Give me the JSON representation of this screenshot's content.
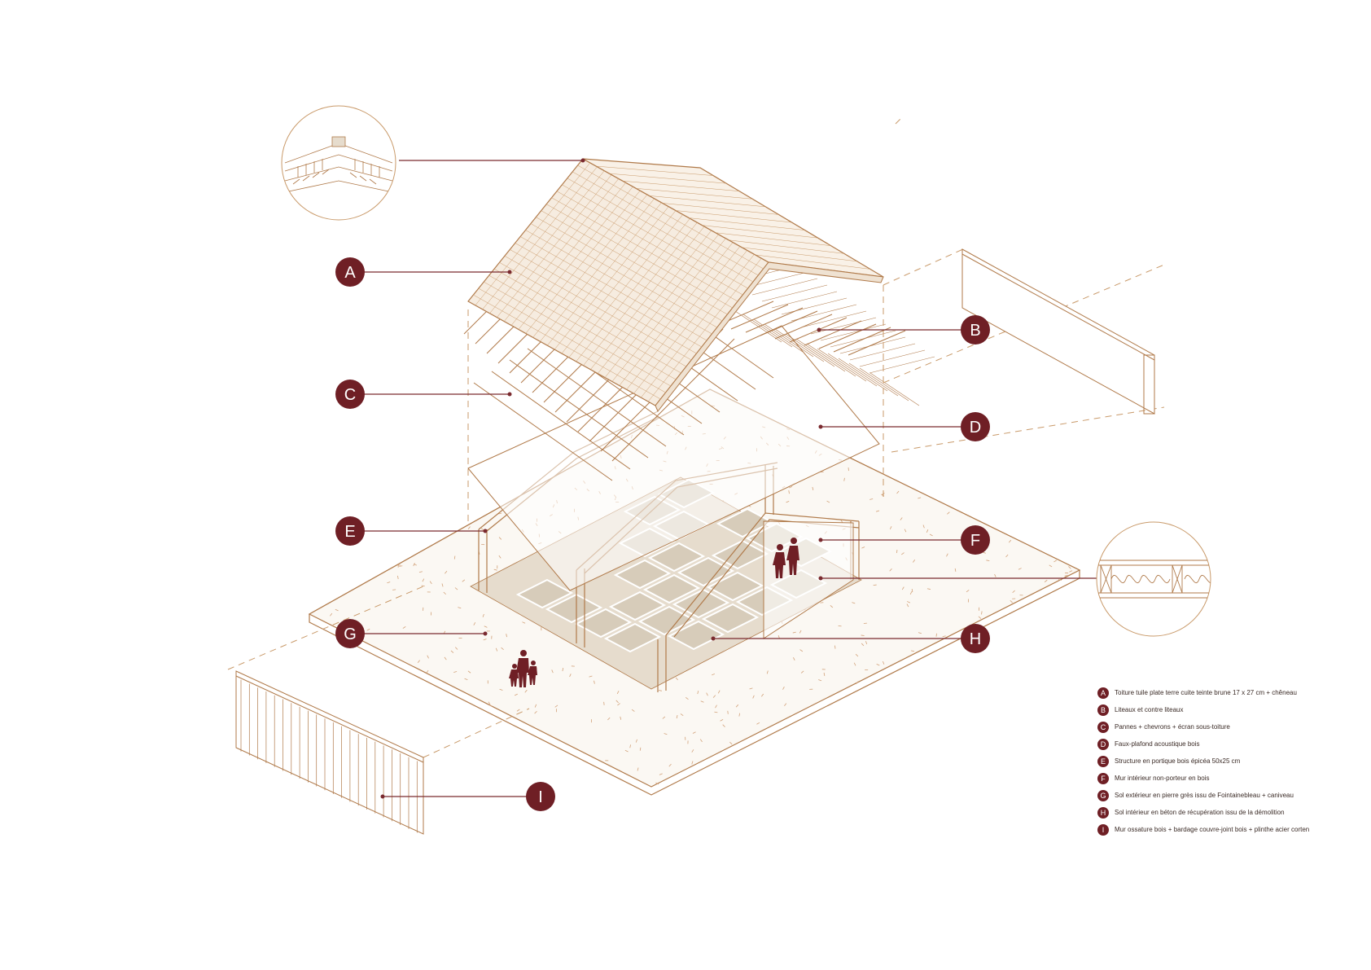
{
  "colors": {
    "line": "#b07a4a",
    "dark": "#6f1f25",
    "floor": "#d9cfc0",
    "dash": "#c99a6a"
  },
  "callouts": [
    {
      "letter": "A"
    },
    {
      "letter": "B"
    },
    {
      "letter": "C"
    },
    {
      "letter": "D"
    },
    {
      "letter": "E"
    },
    {
      "letter": "F"
    },
    {
      "letter": "G"
    },
    {
      "letter": "H"
    },
    {
      "letter": "I"
    }
  ],
  "legend": [
    {
      "letter": "A",
      "text": "Toiture tuile plate terre cuite teinte brune 17 x 27 cm + chêneau"
    },
    {
      "letter": "B",
      "text": "Liteaux et contre liteaux"
    },
    {
      "letter": "C",
      "text": "Pannes + chevrons + écran sous-toiture"
    },
    {
      "letter": "D",
      "text": "Faux-plafond acoustique bois"
    },
    {
      "letter": "E",
      "text": "Structure en portique bois épicéa 50x25 cm"
    },
    {
      "letter": "F",
      "text": "Mur intérieur non-porteur en bois"
    },
    {
      "letter": "G",
      "text": "Sol extérieur en pierre grès issu de Fointainebleau + caniveau"
    },
    {
      "letter": "H",
      "text": "Sol intérieur en béton de récupération issu de la démolition"
    },
    {
      "letter": "I",
      "text": "Mur ossature bois + bardage couvre-joint bois + plinthe acier corten"
    }
  ]
}
